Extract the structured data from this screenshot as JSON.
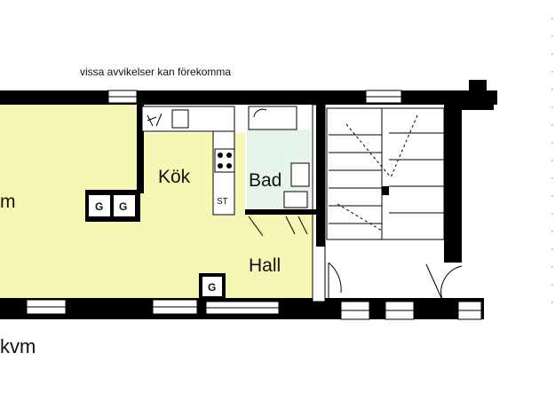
{
  "note": "vissa avvikelser kan förekomma",
  "rooms": {
    "left_partial": "m",
    "kitchen": "Kök",
    "bath": "Bad",
    "hall": "Hall"
  },
  "area_partial": "kvm",
  "marks": {
    "g1": "G",
    "g2": "G",
    "g3": "G",
    "st": "ST"
  },
  "colors": {
    "floor": "#f6f7b4",
    "bath": "#e6f4ea",
    "wall": "#000000"
  }
}
